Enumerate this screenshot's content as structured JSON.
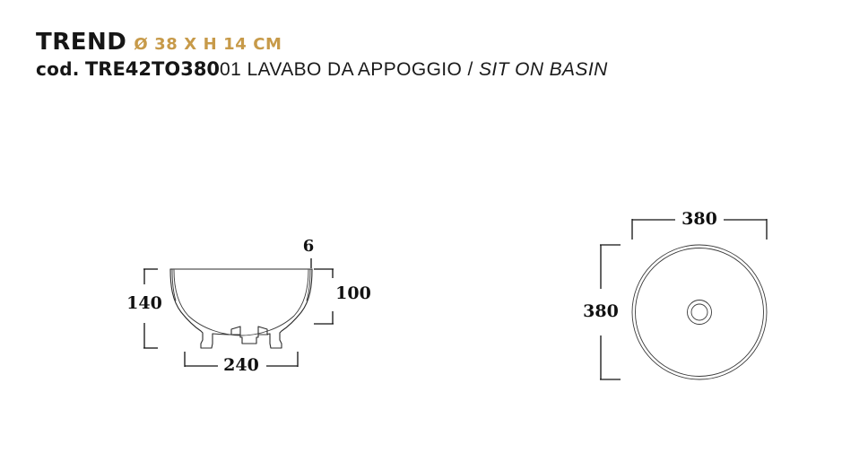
{
  "header": {
    "brand": "TREND",
    "size_summary": "Ø 38 X H 14 CM",
    "size_summary_color": "#C79A49",
    "code_prefix": "cod.",
    "code_main": "TRE42TO380",
    "code_suffix": "01 LAVABO DA APPOGGIO / ",
    "description_en": "SIT ON BASIN"
  },
  "drawings": {
    "side_view": {
      "name": "side-section-view",
      "dimensions": {
        "overall_height": "140",
        "inner_height": "100",
        "wall_thickness": "6",
        "base_width": "240"
      }
    },
    "top_view": {
      "name": "top-plan-view",
      "dimensions": {
        "width": "380",
        "depth": "380"
      }
    }
  },
  "colors": {
    "accent": "#C79A49",
    "line": "#2b2b2b",
    "text": "#1a1a1a",
    "background": "#ffffff"
  }
}
